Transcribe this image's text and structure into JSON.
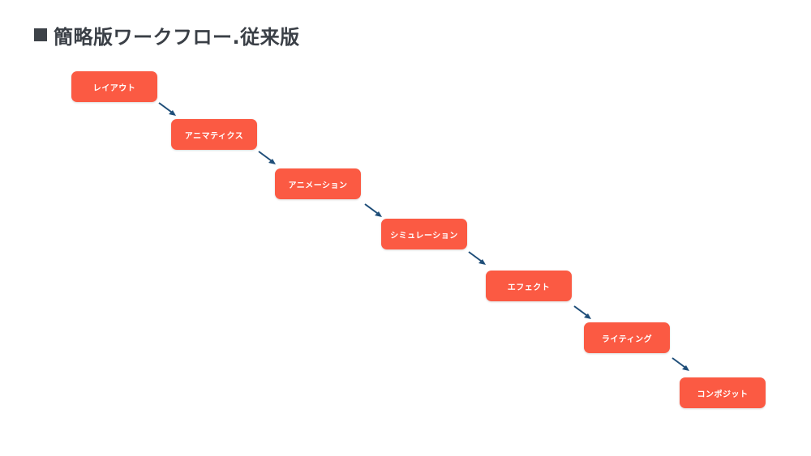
{
  "title": {
    "marker_icon": "square-bullet-icon",
    "text": "簡略版ワークフロー.従来版"
  },
  "workflow": {
    "steps": [
      {
        "label": "レイアウト"
      },
      {
        "label": "アニマティクス"
      },
      {
        "label": "アニメーション"
      },
      {
        "label": "シミュレーション"
      },
      {
        "label": "エフェクト"
      },
      {
        "label": "ライティング"
      },
      {
        "label": "コンポジット"
      }
    ]
  },
  "colors": {
    "step_fill": "#fb5a43",
    "arrow": "#1f4e79",
    "title_text": "#3a3f46"
  }
}
